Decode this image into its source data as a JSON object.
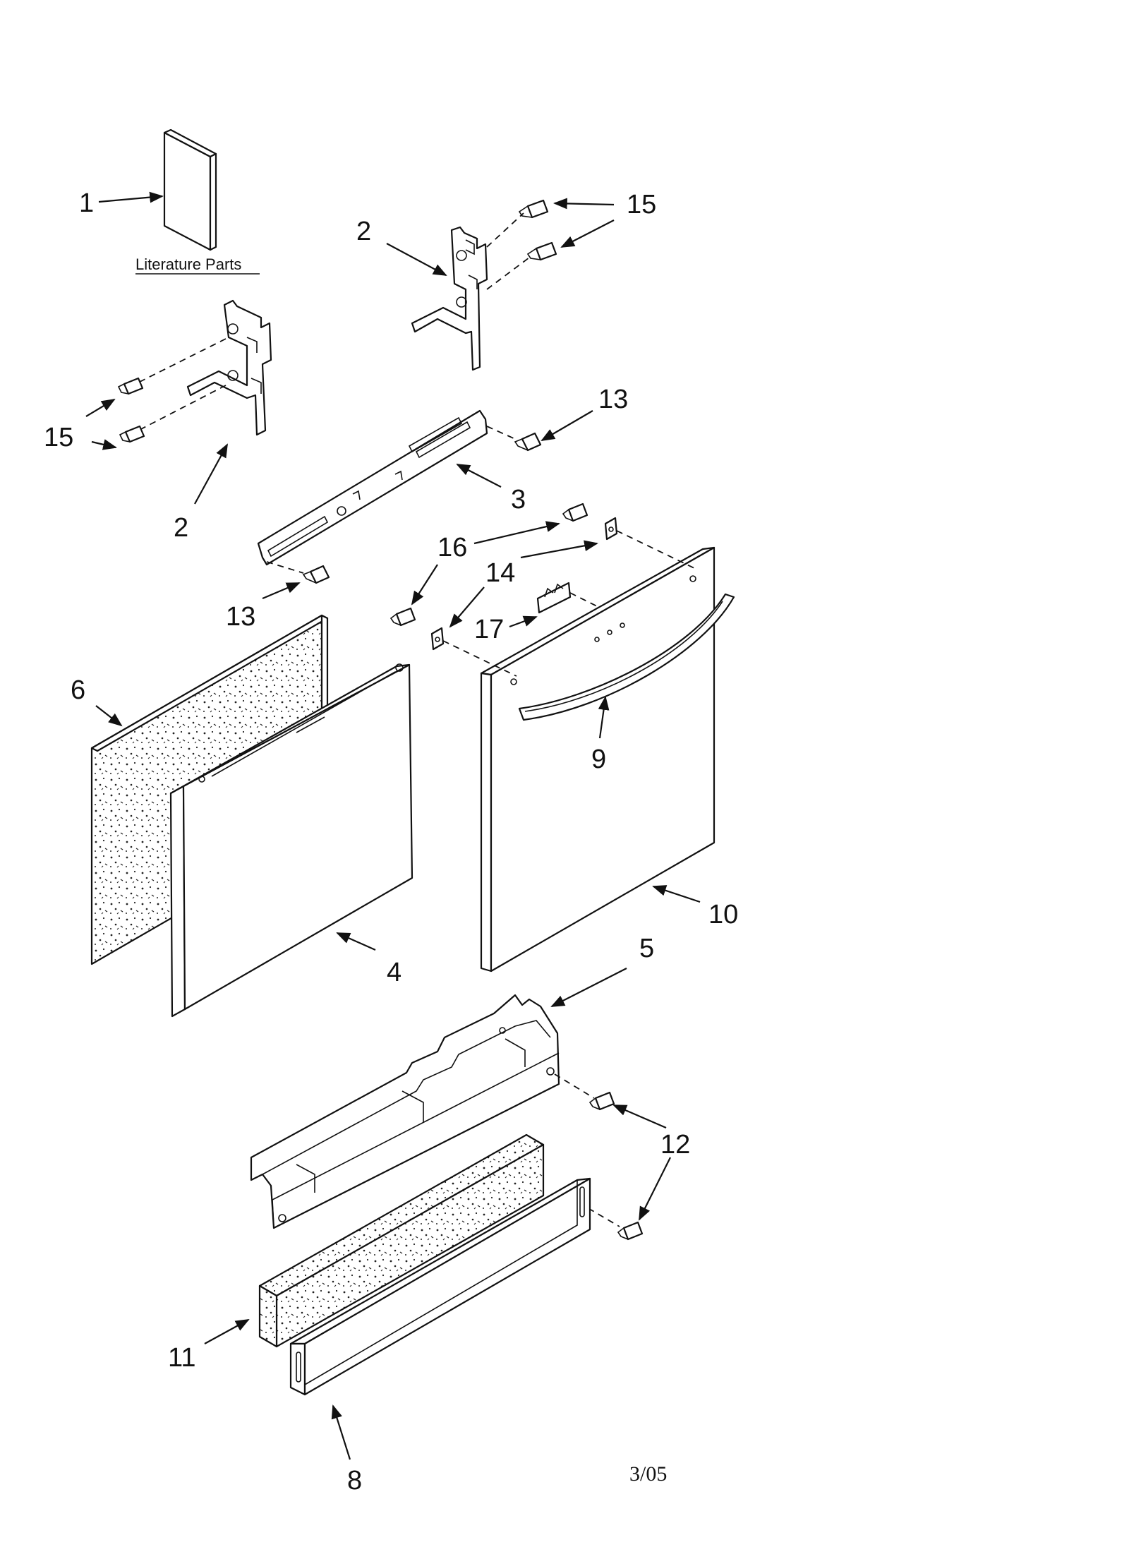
{
  "literature_caption": "Literature Parts",
  "date_code": "3/05",
  "callouts": {
    "c1": "1",
    "c2a": "2",
    "c2b": "2",
    "c3": "3",
    "c4": "4",
    "c5": "5",
    "c6": "6",
    "c8": "8",
    "c9": "9",
    "c10": "10",
    "c11": "11",
    "c12": "12",
    "c13a": "13",
    "c13b": "13",
    "c14": "14",
    "c15a": "15",
    "c15b": "15",
    "c16": "16",
    "c17": "17"
  }
}
